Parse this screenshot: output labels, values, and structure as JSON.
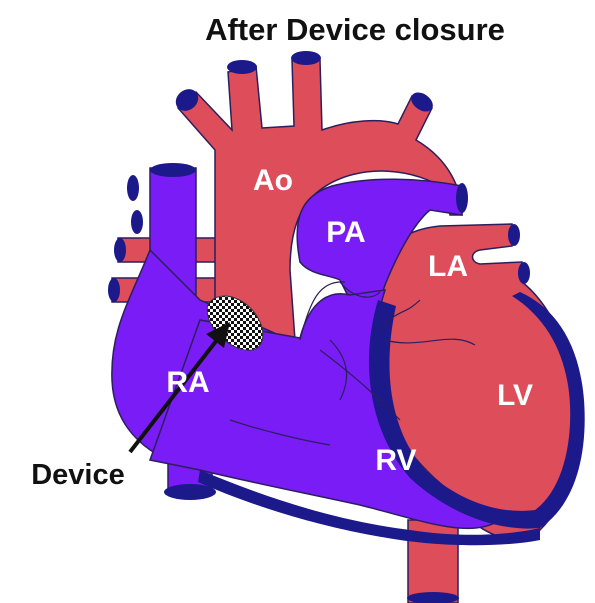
{
  "title": "After Device closure",
  "labels": {
    "aorta": "Ao",
    "pulmonary_artery": "PA",
    "left_atrium": "LA",
    "left_ventricle": "LV",
    "right_atrium": "RA",
    "right_ventricle": "RV",
    "device": "Device"
  },
  "colors": {
    "oxygenated": "#dd4d5a",
    "deoxygenated": "#7a1cf5",
    "vessel_cap": "#1c1a8a",
    "outline": "#2b1f5e",
    "text_light": "#ffffff",
    "text_dark": "#111111"
  }
}
